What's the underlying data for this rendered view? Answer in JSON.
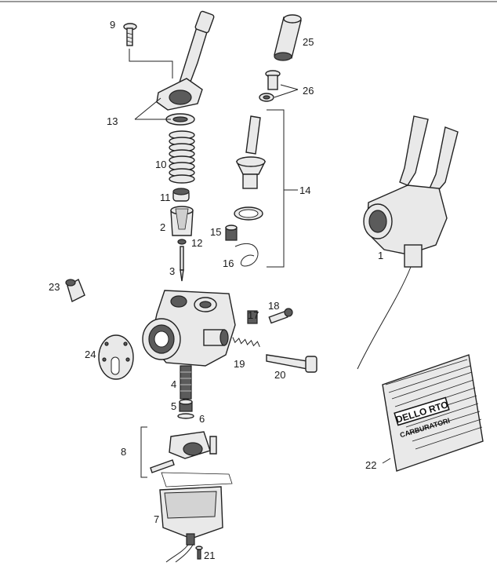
{
  "parts": [
    {
      "id": "1",
      "label": "1"
    },
    {
      "id": "2",
      "label": "2"
    },
    {
      "id": "3",
      "label": "3"
    },
    {
      "id": "4",
      "label": "4"
    },
    {
      "id": "5",
      "label": "5"
    },
    {
      "id": "6",
      "label": "6"
    },
    {
      "id": "7",
      "label": "7"
    },
    {
      "id": "8",
      "label": "8"
    },
    {
      "id": "9",
      "label": "9"
    },
    {
      "id": "10",
      "label": "10"
    },
    {
      "id": "11",
      "label": "11"
    },
    {
      "id": "12",
      "label": "12"
    },
    {
      "id": "13",
      "label": "13"
    },
    {
      "id": "14",
      "label": "14"
    },
    {
      "id": "15",
      "label": "15"
    },
    {
      "id": "16",
      "label": "16"
    },
    {
      "id": "17",
      "label": "17"
    },
    {
      "id": "18",
      "label": "18"
    },
    {
      "id": "19",
      "label": "19"
    },
    {
      "id": "20",
      "label": "20"
    },
    {
      "id": "21",
      "label": "21"
    },
    {
      "id": "22",
      "label": "22"
    },
    {
      "id": "23",
      "label": "23"
    },
    {
      "id": "24",
      "label": "24"
    },
    {
      "id": "25",
      "label": "25"
    },
    {
      "id": "26",
      "label": "26"
    }
  ],
  "kit_bag": {
    "brand": "DELLO RTO",
    "subtitle": "CARBURATORI"
  }
}
